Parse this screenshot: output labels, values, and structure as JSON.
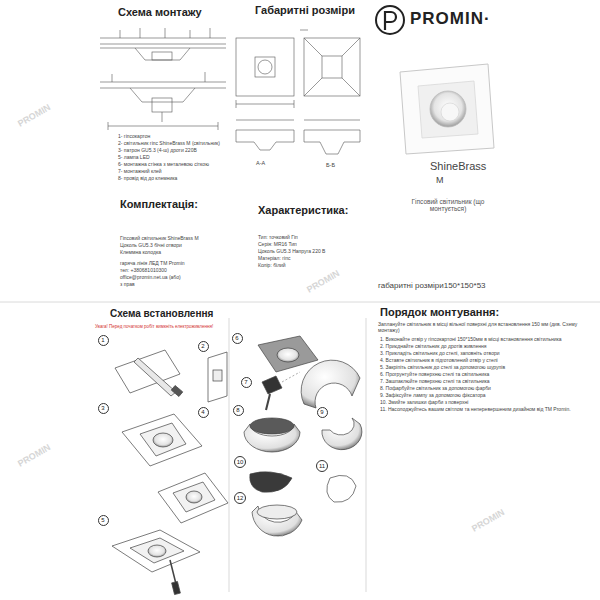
{
  "diagram": {
    "nodes": [
      {
        "text": [
          "1"
        ]
      },
      {
        "text": [
          "2"
        ]
      },
      {
        "text": [
          "3"
        ]
      },
      {
        "text": [
          "4"
        ]
      },
      {
        "text": [
          "5"
        ]
      },
      {
        "text": [
          "6"
        ]
      },
      {
        "text": [
          "7"
        ]
      },
      {
        "text": [
          "8"
        ]
      },
      {
        "text": [
          "9"
        ]
      },
      {
        "text": [
          "10"
        ]
      },
      {
        "text": [
          "11"
        ]
      },
      {
        "text": [
          "12"
        ]
      }
    ],
    "labels": [
      "Схема монтажу",
      "Габаритні розміри",
      "PROMIN·",
      "ShineBrass",
      "M",
      "1- гіпсокартон",
      "2- світильник гіпс ShineBrass M (світильник)",
      "3- патрон GU5.3 (4-ш) дроти 220В",
      "5- лампа LED",
      "6- монтажна стінка з металевою сіткою",
      "7- монтажний клей",
      "8- провід від до клемника",
      "А-А",
      "Б-Б",
      "Гіпсовий світильник (що монтується)",
      "Комплектація:",
      "Характеристика:",
      "Гіпсовий світильник ShineBrass M",
      "Цоколь GU5.3 бічні отвори",
      "Клеммна колодка",
      "гаряча лінія ЛЕД ТМ Promin",
      "тел: +380681010300",
      "office@promin.net.ua (або)",
      "з прав",
      "Тип: точковий Гіп",
      "Серія: MR16 Тип",
      "Цоколь GU5.3 Напруга 220 В",
      "Матеріал: гіпс",
      "Колір: білий",
      "габаритні розміри150*150*53",
      "Схема встановлення",
      "Увага! Перед початком робіт вимкніть електроживлення!",
      "Порядок монтування:",
      "Заплануйте світильник в місці вільної поверхні для встановлення 150 мм (див. Схему монтажу)",
      "1. Виконайте отвір у гіпсокартоні 150*150мм в місці встановлення світильника",
      "2. Приєднайте світильник до дротів живлення",
      "3. Прикладіть світильник до стелі, заповніть отвори",
      "4. Вставте світильник в підготовлений отвір у стелі",
      "5. Закріпіть світильник до стелі за допомогою шурупів",
      "6. Прогрунтуйте поверхню стелі та світильника",
      "7. Зашпаклюйте поверхню стелі та світильника",
      "8. Пофарбуйте світильник за допомогою фарби",
      "9. Зафіксуйте лампу за допомогою фіксатора",
      "10. Змийте залишки фарби з поверхні",
      "11. Насолоджуйтесь вашим світлом та неперевершеним дизайном від ТМ Promin.",
      "PROMIN",
      "PROMIN",
      "PROMIN",
      "PROMIN"
    ]
  }
}
